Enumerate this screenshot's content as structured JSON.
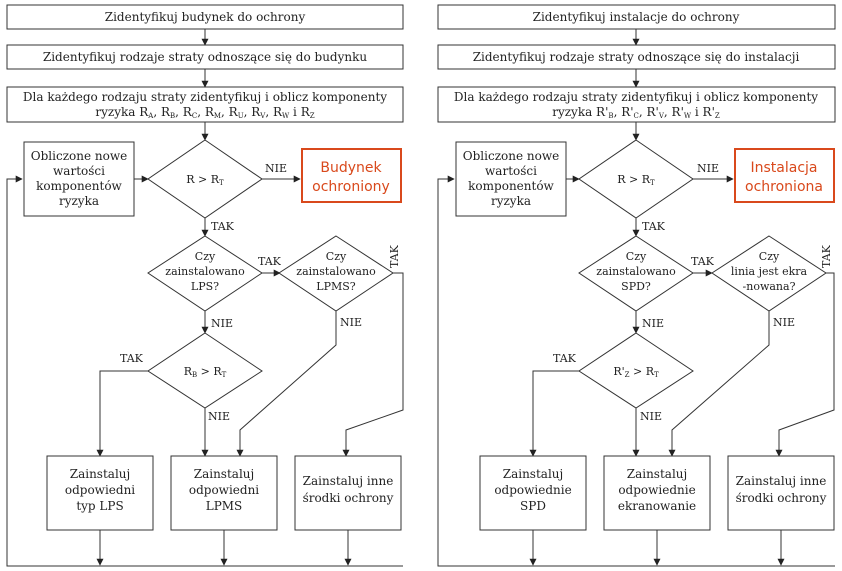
{
  "colors": {
    "accent": "#d9491c",
    "stroke": "#333333"
  },
  "left": {
    "step1": "Zidentyfikuj budynek do ochrony",
    "step2": "Zidentyfikuj rodzaje straty odnoszące się do budynku",
    "step3": [
      "Dla każdego rodzaju straty zidentyfikuj i oblicz komponenty",
      "ryzyka RA, RB, RC, RM, RU, RV, RW i RZ"
    ],
    "compute": [
      "Obliczone nowe",
      "wartości",
      "komponentów",
      "ryzyka"
    ],
    "decision_risk": "R > RT",
    "result": [
      "Budynek",
      "ochroniony"
    ],
    "q_lps": [
      "Czy",
      "zainstalowano",
      "LPS?"
    ],
    "q_lpms": [
      "Czy",
      "zainstalowano",
      "LPMS?"
    ],
    "q_rb": "RB > RT",
    "action1": [
      "Zainstaluj",
      "odpowiedni",
      "typ LPS"
    ],
    "action2": [
      "Zainstaluj",
      "odpowiedni",
      "LPMS"
    ],
    "action3": [
      "Zainstaluj inne",
      "środki ochrony"
    ]
  },
  "right": {
    "step1": "Zidentyfikuj instalacje do ochrony",
    "step2": "Zidentyfikuj rodzaje straty odnoszące się do instalacji",
    "step3": [
      "Dla każdego rodzaju straty zidentyfikuj i oblicz komponenty",
      "ryzyka R'B, R'C, R'V, R'W i R'Z"
    ],
    "compute": [
      "Obliczone nowe",
      "wartości",
      "komponentów",
      "ryzyka"
    ],
    "decision_risk": "R > RT",
    "result": [
      "Instalacja",
      "ochroniona"
    ],
    "q_spd": [
      "Czy",
      "zainstalowano",
      "SPD?"
    ],
    "q_shield": [
      "Czy",
      "linia jest ekra",
      "-nowana?"
    ],
    "q_rc": "R'Z > RT",
    "action1": [
      "Zainstaluj",
      "odpowiednie",
      "SPD"
    ],
    "action2": [
      "Zainstaluj",
      "odpowiednie",
      "ekranowanie"
    ],
    "action3": [
      "Zainstaluj inne",
      "środki ochrony"
    ]
  },
  "labels": {
    "yes": "TAK",
    "no": "NIE"
  }
}
